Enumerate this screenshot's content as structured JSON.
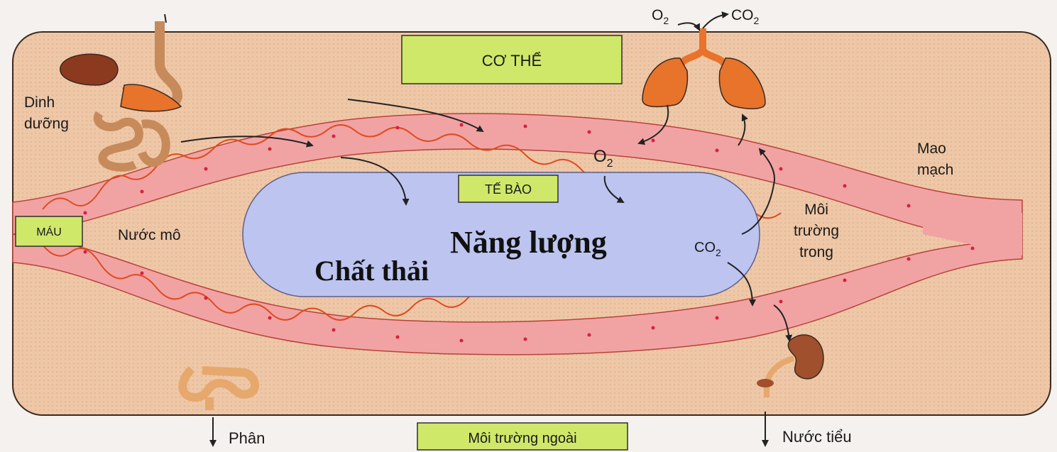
{
  "colors": {
    "body_bg": "#eec7a7",
    "vessel_fill": "#f1a3a3",
    "vessel_wave": "#e04a1e",
    "cell_fill": "#bcc4ef",
    "label_box": "#cfe86a",
    "organ": "#e8732a"
  },
  "labels": {
    "co_the": "CƠ THỂ",
    "te_bao": "TẾ BÀO",
    "mau": "MÁU",
    "moi_truong_ngoai": "Môi trường ngoài"
  },
  "text": {
    "dinh_duong_1": "Dinh",
    "dinh_duong_2": "dưỡng",
    "nuoc_mo": "Nước mô",
    "mao_mach_1": "Mao",
    "mao_mach_2": "mạch",
    "moi_truong_trong_1": "Môi",
    "moi_truong_trong_2": "trường",
    "moi_truong_trong_3": "trong",
    "phan": "Phân",
    "nuoc_tieu": "Nước tiểu",
    "nang_luong": "Năng lượng",
    "chat_thai": "Chất thải",
    "o2_top": "O",
    "co2_top": "CO",
    "o2_mid": "O",
    "co2_mid": "CO",
    "sub2": "2"
  }
}
